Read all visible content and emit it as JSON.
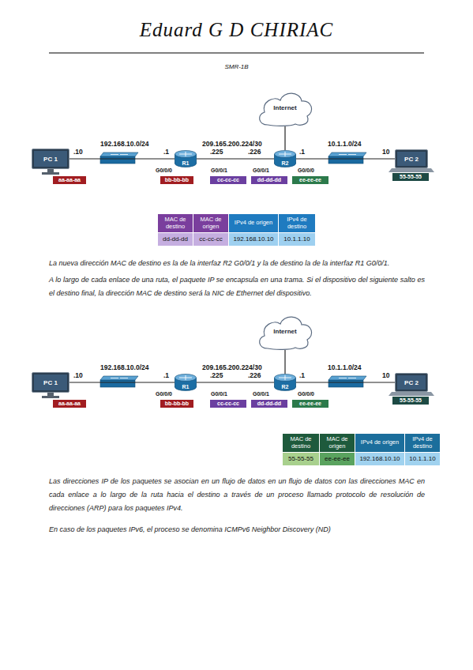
{
  "diagram": {
    "title": "Eduard G D CHIRIAC",
    "nodes": [
      {
        "text": [
          "Internet"
        ]
      },
      {
        "text": [
          "PC 1"
        ]
      },
      {
        "text": [
          "R1"
        ]
      },
      {
        "text": [
          "R2"
        ]
      },
      {
        "text": [
          "PC 2"
        ]
      },
      {
        "text": [
          "Internet"
        ]
      },
      {
        "text": [
          "PC 1"
        ]
      },
      {
        "text": [
          "R1"
        ]
      },
      {
        "text": [
          "R2"
        ]
      },
      {
        "text": [
          "PC 2"
        ]
      }
    ],
    "edges": [
      {
        "from": 1,
        "to": 2,
        "arrow": "none"
      },
      {
        "from": 2,
        "to": 3,
        "arrow": "none"
      },
      {
        "from": 3,
        "to": 4,
        "arrow": "none"
      },
      {
        "from": 3,
        "to": 0,
        "arrow": "none"
      },
      {
        "from": 6,
        "to": 7,
        "arrow": "none"
      },
      {
        "from": 7,
        "to": 8,
        "arrow": "none"
      },
      {
        "from": 8,
        "to": 9,
        "arrow": "none"
      },
      {
        "from": 8,
        "to": 5,
        "arrow": "none"
      }
    ],
    "labels": [
      "SMR-1B",
      "192.168.10.0/24",
      ".10",
      "aa-aa-aa",
      ".1",
      "G0/0/0",
      "bb-bb-bb",
      ".225",
      "G0/0/1",
      "cc-cc-cc",
      "209.165.200.224/30",
      ".226",
      "G0/0/1",
      "dd-dd-dd",
      ".1",
      "G0/0/0",
      "ee-ee-ee",
      "10.1.1.0/24",
      "10",
      "55-55-55",
      "MAC de destino",
      "MAC de origen",
      "IPv4 de origen",
      "IPv4 de destino",
      "dd-dd-dd",
      "cc-cc-cc",
      "192.168.10.10",
      "10.1.1.10",
      "La nueva dirección MAC de destino es la de la interfaz R2 G0/0/1 y la de destino la de la interfaz R1 G0/0/1.",
      "A lo largo de cada enlace de una ruta, el paquete IP se encapsula en una trama. Si el dispositivo del siguiente salto es el destino final, la dirección MAC de destino será la NIC de Ethernet del dispositivo.",
      "192.168.10.0/24",
      ".10",
      "aa-aa-aa",
      ".1",
      "G0/0/0",
      "bb-bb-bb",
      ".225",
      "G0/0/1",
      "cc-cc-cc",
      "209.165.200.224/30",
      ".226",
      "G0/0/1",
      "dd-dd-dd",
      ".1",
      "G0/0/0",
      "ee-ee-ee",
      "10.1.1.0/24",
      "10",
      "55-55-55",
      "MAC de destino",
      "MAC de origen",
      "IPv4 de origen",
      "IPv4 de destino",
      "55-55-55",
      "ee-ee-ee",
      "192.168.10.10",
      "10.1.1.10",
      "Las direcciones IP de los paquetes se asocian en un flujo de datos en un flujo de datos con las direcciones MAC en cada enlace a lo largo de la ruta hacia el destino a través de un proceso llamado protocolo de resolución de direcciones (ARP) para los paquetes IPv4.",
      "En caso de los paquetes IPv6, el proceso se denomina ICMPv6 Neighbor Discovery (ND)"
    ]
  }
}
